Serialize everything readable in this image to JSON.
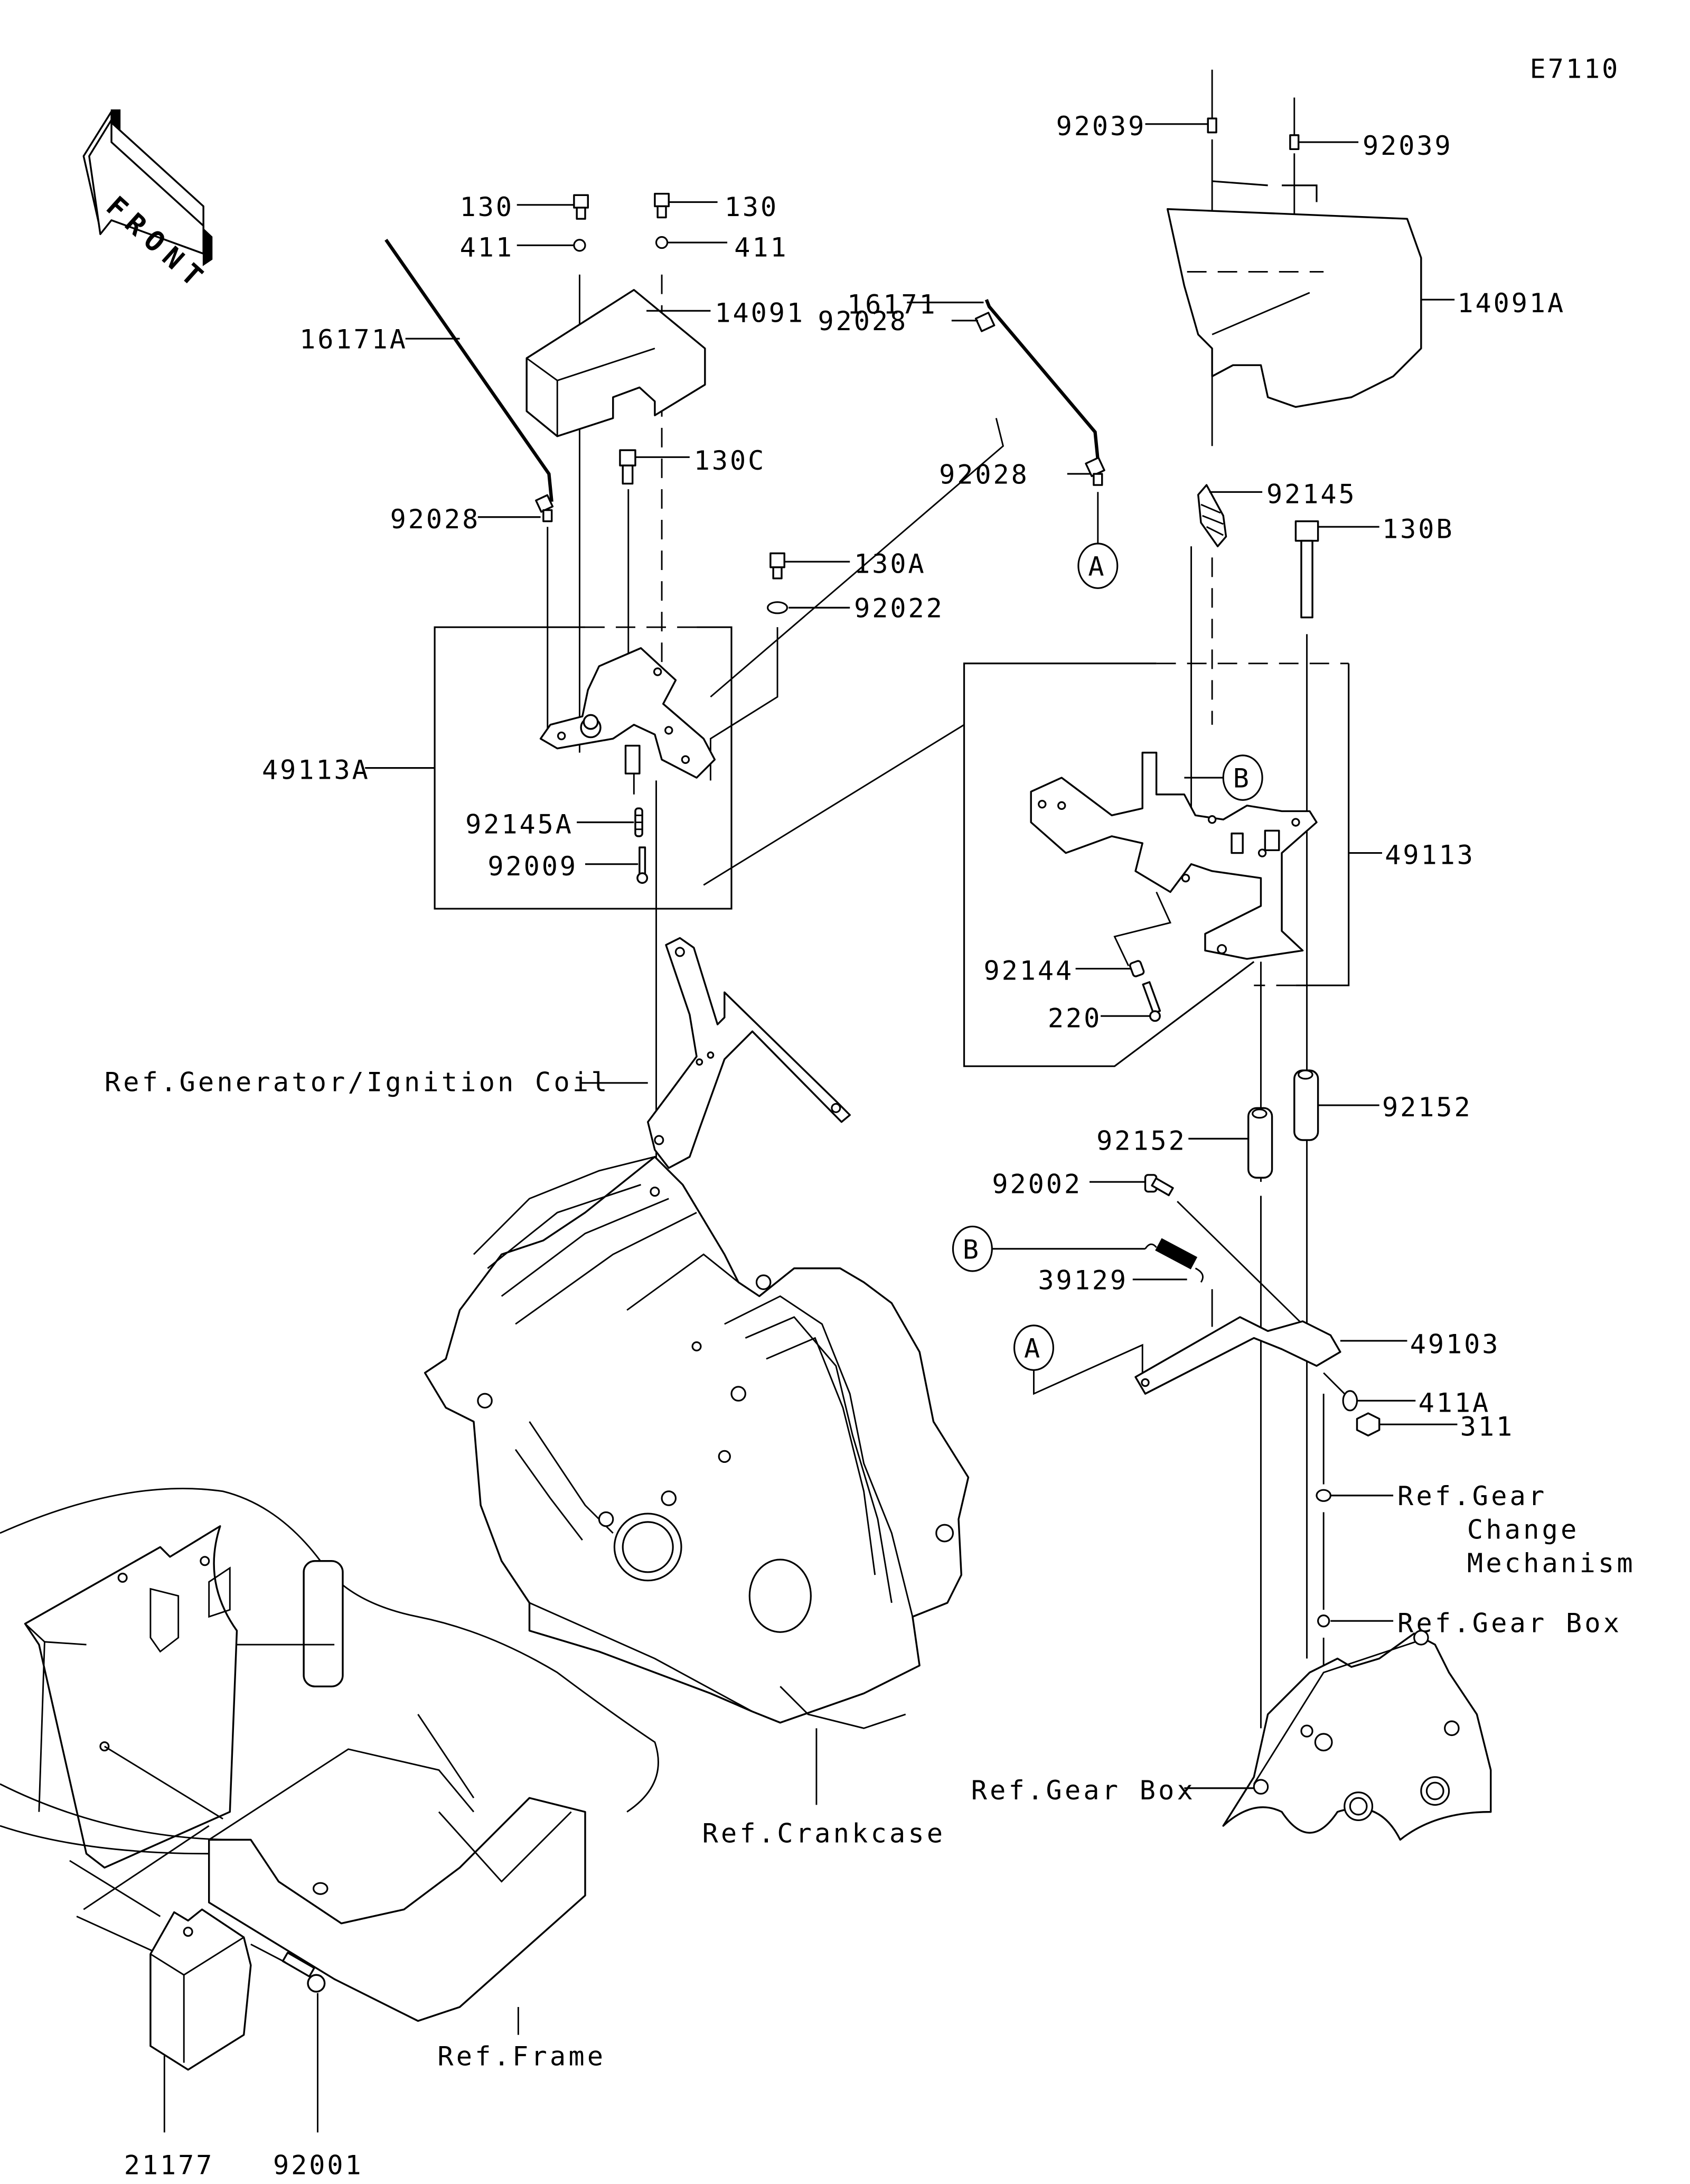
{
  "diagram": {
    "code": "E7110",
    "front_indicator": "FRONT",
    "parts": {
      "p130_left": "130",
      "p130_right": "130",
      "p411_left": "411",
      "p411_right": "411",
      "p14091": "14091",
      "p16171A": "16171A",
      "p92028_left": "92028",
      "p130C": "130C",
      "p130A": "130A",
      "p92022": "92022",
      "p49113A": "49113A",
      "p92145A": "92145A",
      "p92009": "92009",
      "p16171": "16171",
      "p92028_mid_top": "92028",
      "p92028_mid": "92028",
      "p92039_left": "92039",
      "p92039_right": "92039",
      "p14091A": "14091A",
      "p92145": "92145",
      "p130B": "130B",
      "p49113": "49113",
      "p92144": "92144",
      "p220": "220",
      "p92152_left": "92152",
      "p92152_right": "92152",
      "p92002": "92002",
      "p39129": "39129",
      "p49103": "49103",
      "p411A": "411A",
      "p311": "311",
      "p21177": "21177",
      "p92001": "92001"
    },
    "references": {
      "generator": "Ref.Generator/Ignition Coil",
      "crankcase": "Ref.Crankcase",
      "frame": "Ref.Frame",
      "gear_change_line1": "Ref.Gear",
      "gear_change_line2": "Change",
      "gear_change_line3": "Mechanism",
      "gear_box_upper": "Ref.Gear Box",
      "gear_box_lower": "Ref.Gear Box"
    },
    "callouts": {
      "a_top": "A",
      "a_bottom": "A",
      "b_top": "B",
      "b_bottom": "B"
    }
  }
}
